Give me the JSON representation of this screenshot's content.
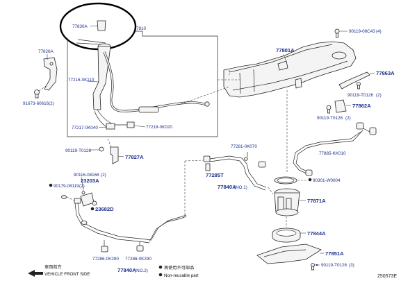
{
  "labels": {
    "p77830A": "77830A",
    "p7910": "7910",
    "p77826A": "77826A",
    "p77216": "77216-0K110",
    "p91673": "91673-60616",
    "p91673q": "(2)",
    "p77217": "77217-0K040",
    "p77218": "77218-0K020",
    "p90119a": "90119-T0126",
    "p77827A": "77827A",
    "p90116": "90116-08168",
    "p90116q": "(2)",
    "p23203A": "23203A",
    "p90179": "90179-08119",
    "p90179q": "(2)",
    "p23682D": "23682D",
    "p77801A": "77801A",
    "p90119b": "90119-08C43",
    "p90119bq": "(4)",
    "p77863A": "77863A",
    "p90119c": "90119-T0126",
    "p90119cq": "(2)",
    "p77862A": "77862A",
    "p90119d": "90119-T0126",
    "p90119dq": "(2)",
    "p77281": "77281-0K070",
    "p77285T": "77285T",
    "p77840A1": "77840A",
    "p77840A1q": "(NO.1)",
    "p77885": "77885-KK010",
    "p90301": "90301-W0004",
    "p77871A": "77871A",
    "p77844A": "77844A",
    "p77851A": "77851A",
    "p90119e": "90119-T0126",
    "p90119eq": "(3)",
    "p77286a": "77286-0K290",
    "p77286b": "77286-0K290",
    "p77840A2": "77840A",
    "p77840A2q": "(NO.2)"
  },
  "notes": {
    "front_jp": "車両前方",
    "front_en": "VEHICLE FRONT SIDE",
    "legend_reuse": "再使用不可部品",
    "legend_nonreuse": "Non-reusable part",
    "diagram_code": "250573E"
  },
  "colors": {
    "label": "#1a2f8f",
    "line": "#222222",
    "highlight_circle": "#000000"
  }
}
